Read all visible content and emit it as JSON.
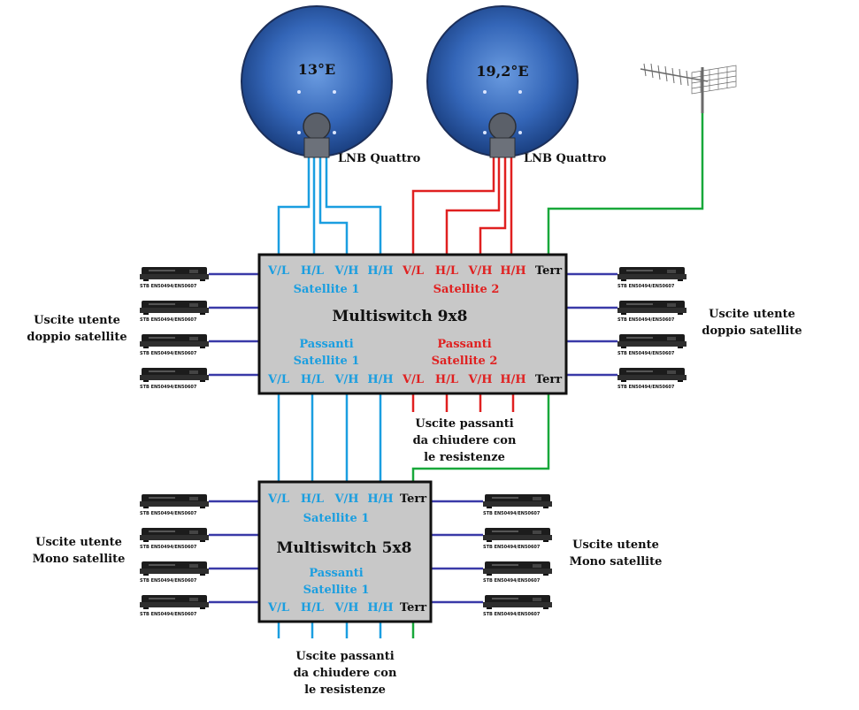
{
  "dishes": [
    {
      "label": "13°E",
      "lnb": "LNB Quattro"
    },
    {
      "label": "19,2°E",
      "lnb": "LNB Quattro"
    }
  ],
  "switch_9x8": {
    "title": "Multiswitch 9x8",
    "ports_top": [
      "V/L",
      "H/L",
      "V/H",
      "H/H",
      "V/L",
      "H/L",
      "V/H",
      "H/H",
      "Terr"
    ],
    "ports_bottom": [
      "V/L",
      "H/L",
      "V/H",
      "H/H",
      "V/L",
      "H/L",
      "V/H",
      "H/H",
      "Terr"
    ],
    "sat1_label": "Satellite 1",
    "sat2_label": "Satellite 2",
    "passanti1_line1": "Passanti",
    "passanti1_line2": "Satellite 1",
    "passanti2_line1": "Passanti",
    "passanti2_line2": "Satellite 2"
  },
  "switch_5x8": {
    "title": "Multiswitch 5x8",
    "ports_top": [
      "V/L",
      "H/L",
      "V/H",
      "H/H",
      "Terr"
    ],
    "ports_bottom": [
      "V/L",
      "H/L",
      "V/H",
      "H/H",
      "Terr"
    ],
    "sat1_label": "Satellite 1",
    "passanti_line1": "Passanti",
    "passanti_line2": "Satellite 1"
  },
  "receiver_label": "STB EN50494/EN50607",
  "labels": {
    "dual_left": [
      "Uscite utente",
      "doppio satellite"
    ],
    "dual_right": [
      "Uscite utente",
      "doppio satellite"
    ],
    "mono_left": [
      "Uscite utente",
      "Mono satellite"
    ],
    "mono_right": [
      "Uscite utente",
      "Mono satellite"
    ],
    "passthrough_mid": [
      "Uscite passanti",
      "da chiudere con",
      "le resistenze"
    ],
    "passthrough_bottom": [
      "Uscite passanti",
      "da chiudere con",
      "le resistenze"
    ]
  },
  "colors": {
    "sat1": "#1a9ee0",
    "sat2": "#e02020",
    "terr": "#18a83a",
    "user": "#3a3aa8",
    "switch_fill": "#c8c8c8"
  }
}
